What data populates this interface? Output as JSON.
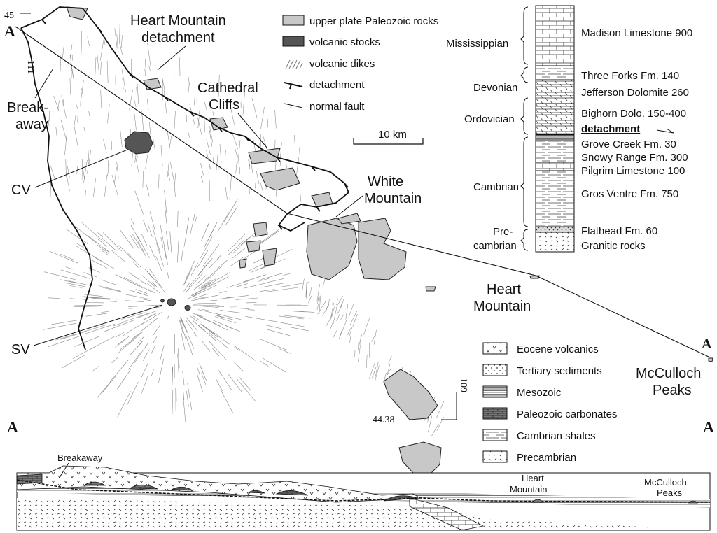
{
  "map": {
    "corner_coord_tl": "45",
    "corner_long_tl": "111",
    "corner_long_br": "109",
    "corner_coord_br": "44.38",
    "section_marker": "A",
    "scale_label": "10 km",
    "places": {
      "hm_detachment_l1": "Heart Mountain",
      "hm_detachment_l2": "detachment",
      "cathedral_l1": "Cathedral",
      "cathedral_l2": "Cliffs",
      "breakaway_l1": "Break-",
      "breakaway_l2": "away",
      "cv": "CV",
      "sv": "SV",
      "white_l1": "White",
      "white_l2": "Mountain",
      "heart_l1": "Heart",
      "heart_l2": "Mountain",
      "mcculloch_l1": "McCulloch",
      "mcculloch_l2": "Peaks"
    }
  },
  "legend_top": [
    {
      "key": "upper",
      "label": "upper plate Paleozoic rocks"
    },
    {
      "key": "stocks",
      "label": "volcanic stocks"
    },
    {
      "key": "dikes",
      "label": "volcanic dikes"
    },
    {
      "key": "detach",
      "label": "detachment"
    },
    {
      "key": "fault",
      "label": "normal fault"
    }
  ],
  "column": {
    "periods": [
      "Mississippian",
      "Devonian",
      "Ordovician",
      "Cambrian",
      "Pre-",
      "cambrian"
    ],
    "units": [
      "Madison Limestone 900",
      "Three Forks Fm. 140",
      "Jefferson Dolomite 260",
      "Bighorn Dolo. 150-400",
      "detachment",
      "Grove Creek Fm. 30",
      "Snowy Range Fm. 300",
      "Pilgrim Limestone 100",
      "Gros Ventre Fm. 750",
      "Flathead Fm. 60",
      "Granitic rocks"
    ]
  },
  "legend_bottom": [
    "Eocene volcanics",
    "Tertiary sediments",
    "Mesozoic",
    "Paleozoic carbonates",
    "Cambrian shales",
    "Precambrian"
  ],
  "section": {
    "left_marker": "A",
    "right_marker": "A",
    "breakaway": "Breakaway",
    "heart_l1": "Heart",
    "heart_l2": "Mountain",
    "mcc_l1": "McCulloch",
    "mcc_l2": "Peaks"
  },
  "colors": {
    "plate_fill": "#c8c8c8",
    "stock_fill": "#555555",
    "dike_stroke": "#8a8a8a",
    "line": "#111111"
  }
}
